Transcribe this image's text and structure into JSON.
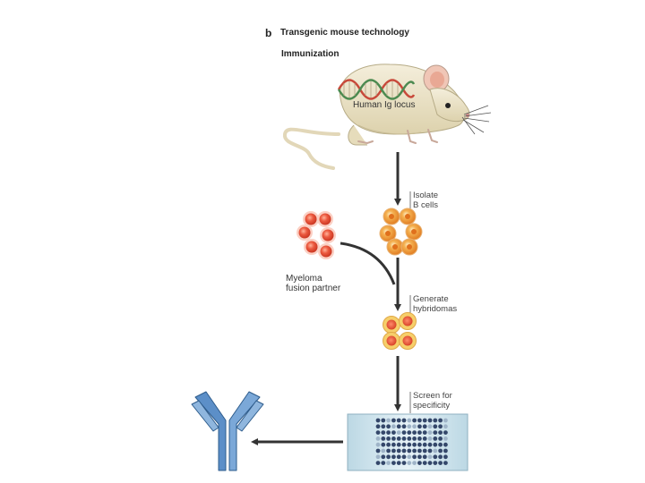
{
  "figure": {
    "panel_letter": "b",
    "title": "Transgenic mouse technology",
    "subtitle": "Immunization"
  },
  "mouse": {
    "locus_label": "Human Ig locus"
  },
  "steps": {
    "isolate": [
      "Isolate",
      "B cells"
    ],
    "generate": [
      "Generate",
      "hybridomas"
    ],
    "screen": [
      "Screen for",
      "specificity"
    ]
  },
  "myeloma": {
    "label": [
      "Myeloma",
      "fusion partner"
    ]
  },
  "colors": {
    "mouse_body": "#ece4c6",
    "mouse_ear": "#f0c6b6",
    "dna_red": "#c8493a",
    "dna_green": "#4c8a50",
    "b_cell": "#f0a040",
    "myeloma_cell": "#e8503a",
    "hybridoma_cell": "#e8503a",
    "hybridoma_ring": "#f2c45a",
    "plate": "#cfe3ec",
    "plate_well": "#3d4f6e",
    "antibody": "#5c8fc8",
    "arrow": "#333333"
  },
  "icons": [
    "mouse-illustration",
    "dna-helix-icon",
    "b-cell-cluster-icon",
    "myeloma-cell-cluster-icon",
    "hybridoma-cluster-icon",
    "screening-plate-icon",
    "antibody-icon"
  ]
}
